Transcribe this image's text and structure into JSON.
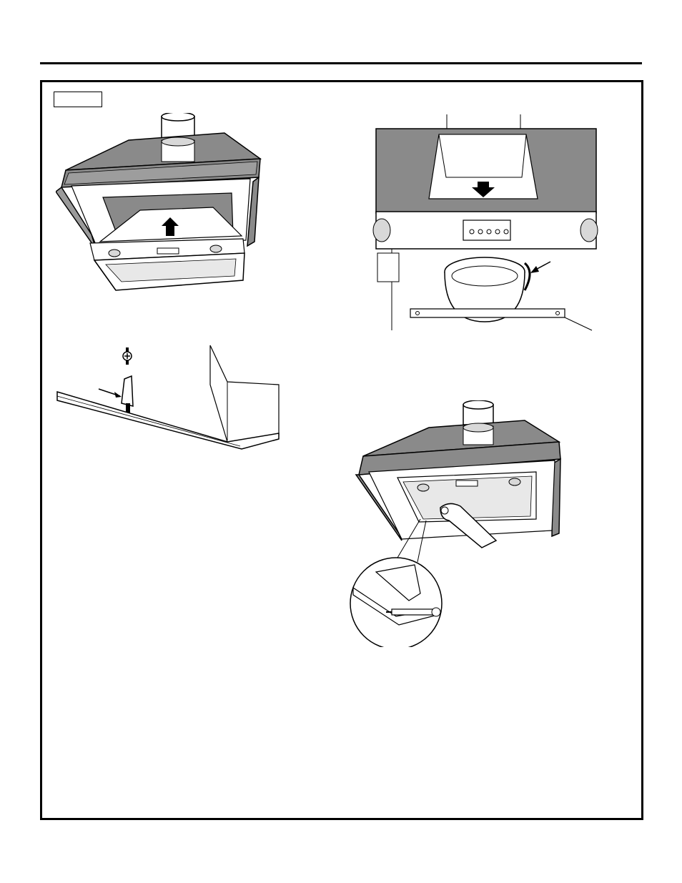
{
  "page": {
    "step_label": ""
  },
  "figures": [
    {
      "id": "insert-blower",
      "icon": "hood-liner-insert-illustration"
    },
    {
      "id": "mounting-tab",
      "icon": "keyhole-screw-tab-illustration"
    },
    {
      "id": "duct-connection",
      "icon": "duct-transition-illustration"
    },
    {
      "id": "secure-screws",
      "icon": "screwdriver-fastening-illustration"
    }
  ],
  "colors": {
    "line": "#000000",
    "hood_body": "#8a8a8a",
    "hood_light": "#d8d8d8",
    "background": "#ffffff"
  }
}
